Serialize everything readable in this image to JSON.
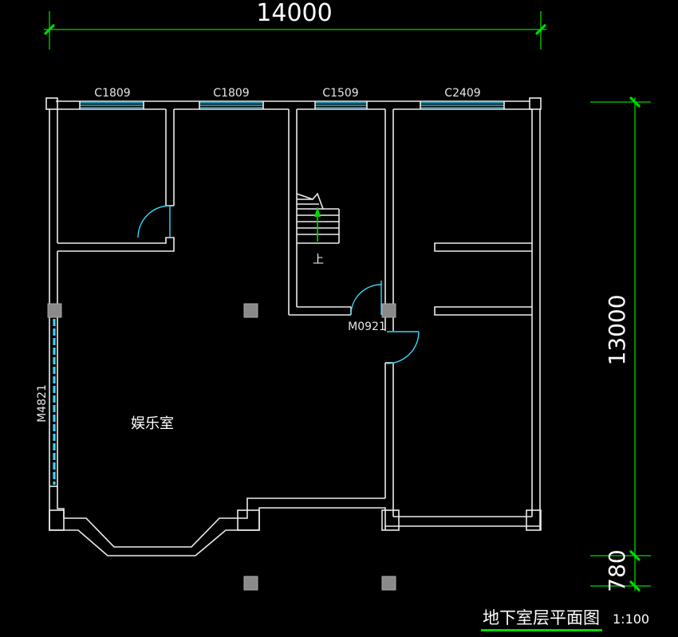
{
  "drawing": {
    "title": "地下室层平面图",
    "scale": "1:100",
    "dimensions": {
      "overall_width": "14000",
      "overall_depth": "13000",
      "offset": "780"
    },
    "windows": [
      {
        "label": "C1809"
      },
      {
        "label": "C1809"
      },
      {
        "label": "C1509"
      },
      {
        "label": "C2409"
      }
    ],
    "doors": {
      "interior": "M0921",
      "exterior": "M4821"
    },
    "rooms": {
      "recreation": "娱乐室"
    },
    "stair_label": "上"
  },
  "colors": {
    "background": "#000000",
    "wall": "#ececec",
    "dimension": "#00d800",
    "window": "#38d8ff",
    "column": "#8a8a8a",
    "text": "#ffffff"
  }
}
